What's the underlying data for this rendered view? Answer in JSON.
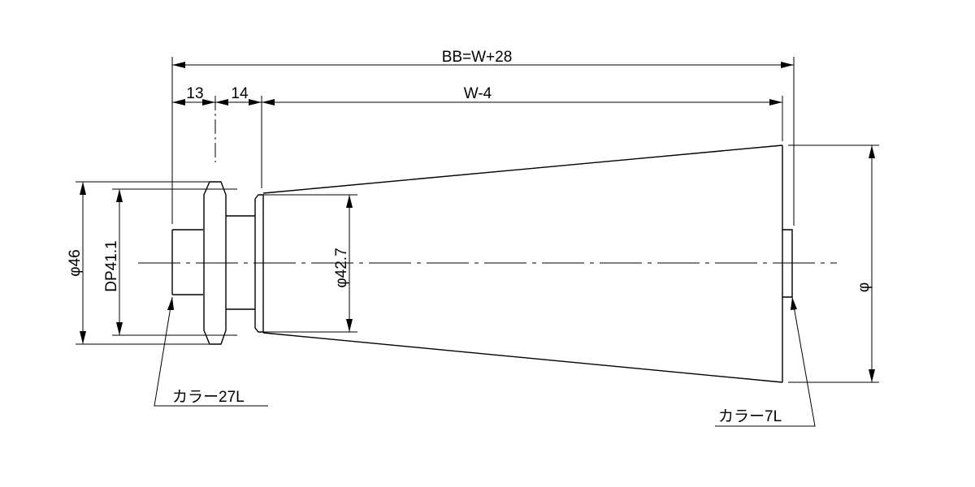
{
  "dimensions": {
    "overall_length": "BB=W+28",
    "collar_width": "13",
    "shaft_step": "14",
    "tube_length": "W-4",
    "flange_diameter": "φ46",
    "bearing_diameter": "DP41.1",
    "tube_end_diameter": "φ42.7",
    "roller_diameter": "φ"
  },
  "callouts": {
    "left_collar": "カラー27L",
    "right_collar": "カラー7L"
  }
}
